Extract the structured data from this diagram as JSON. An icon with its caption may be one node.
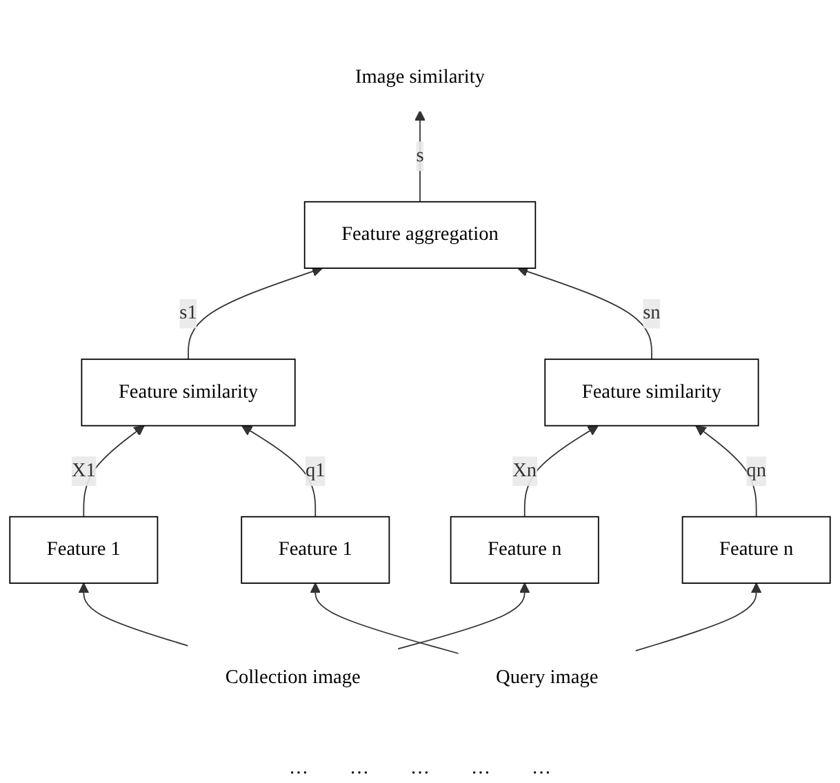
{
  "diagram": {
    "nodes": [
      {
        "text": [
          "Image similarity"
        ]
      },
      {
        "text": [
          "Feature aggregation"
        ]
      },
      {
        "text": [
          "Feature similarity"
        ]
      },
      {
        "text": [
          "Feature similarity"
        ]
      },
      {
        "text": [
          "Feature 1"
        ]
      },
      {
        "text": [
          "Feature n"
        ]
      },
      {
        "text": [
          "Feature 1"
        ]
      },
      {
        "text": [
          "Feature n"
        ]
      },
      {
        "text": [
          "Collection image"
        ]
      },
      {
        "text": [
          "Query image"
        ]
      }
    ],
    "edges": [
      {
        "from": 1,
        "to": 0,
        "arrow": "to",
        "label": "s"
      },
      {
        "from": 2,
        "to": 1,
        "arrow": "to",
        "label": "s1"
      },
      {
        "from": 3,
        "to": 1,
        "arrow": "to",
        "label": "sn"
      },
      {
        "from": 4,
        "to": 2,
        "arrow": "to",
        "label": "X1"
      },
      {
        "from": 6,
        "to": 2,
        "arrow": "to",
        "label": "q1"
      },
      {
        "from": 5,
        "to": 3,
        "arrow": "to",
        "label": "Xn"
      },
      {
        "from": 7,
        "to": 3,
        "arrow": "to",
        "label": "qn"
      },
      {
        "from": 8,
        "to": 4,
        "arrow": "to"
      },
      {
        "from": 8,
        "to": 5,
        "arrow": "to"
      },
      {
        "from": 9,
        "to": 6,
        "arrow": "to"
      },
      {
        "from": 9,
        "to": 7,
        "arrow": "to"
      }
    ],
    "labels": [
      "…",
      "…",
      "…",
      "…",
      "…"
    ]
  }
}
